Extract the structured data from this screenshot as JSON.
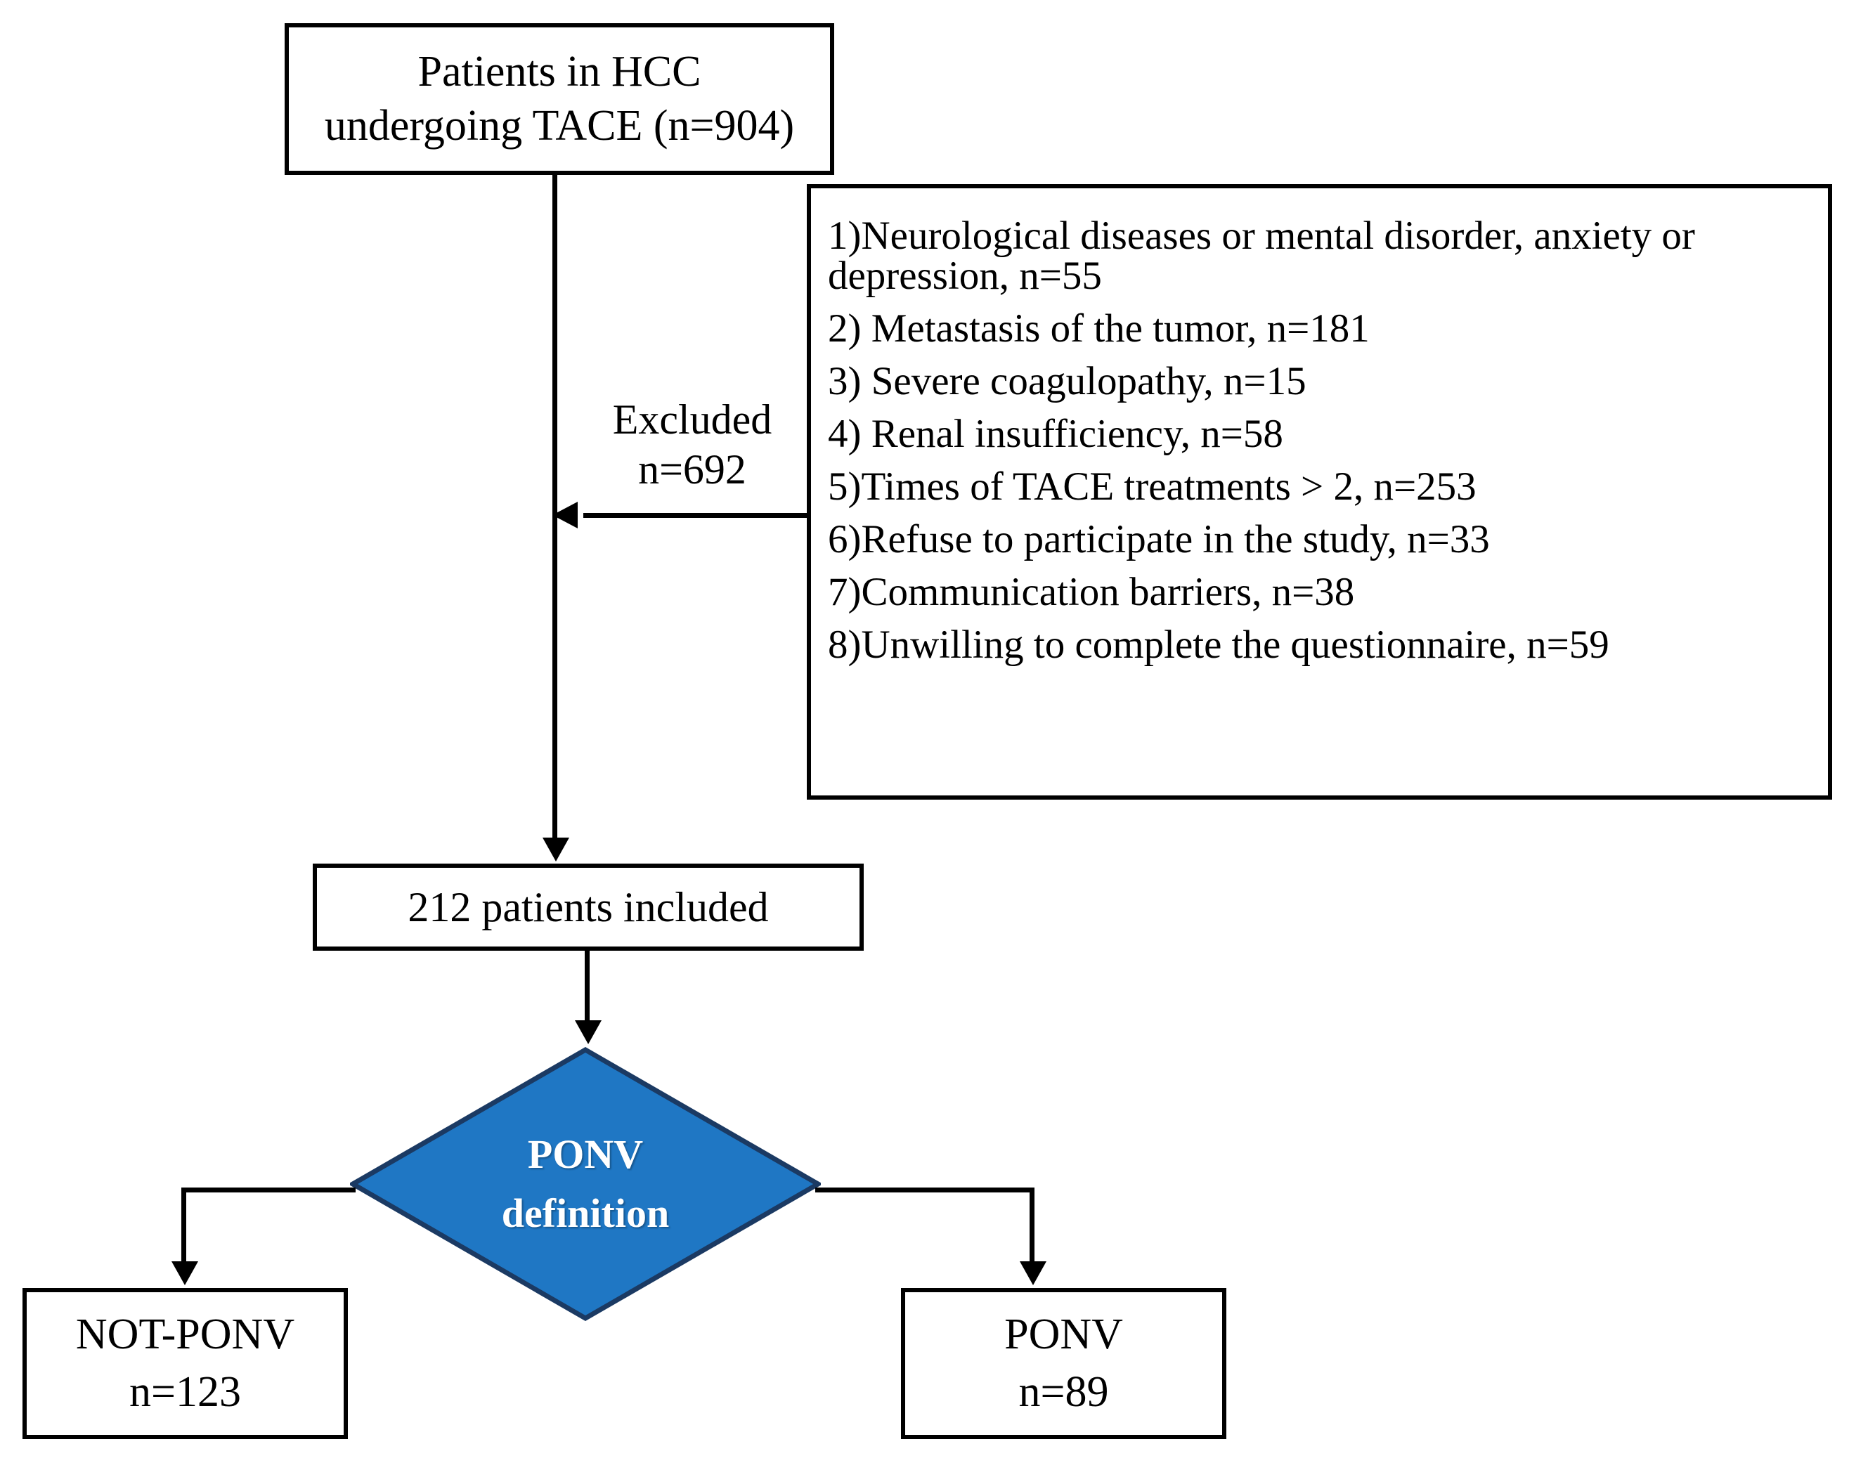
{
  "diagram": {
    "type": "study-flow-diagram",
    "title": "Patient enrollment flowchart",
    "accent_color": "#1F77C4",
    "diamond_border_color": "#1B3A63",
    "line_color": "#000000",
    "background_color": "#FFFFFF"
  },
  "source_box": {
    "line1": "Patients in HCC",
    "line2": "undergoing TACE (n=904)",
    "n": 904
  },
  "excluded_label": {
    "line1": "Excluded",
    "line2": "n=692",
    "n": 692
  },
  "exclusions_box": {
    "items": [
      "1)Neurological diseases or mental disorder, anxiety or depression, n=55",
      "2) Metastasis of the tumor, n=181",
      "3) Severe coagulopathy, n=15",
      "4) Renal insufficiency, n=58",
      "5)Times of TACE treatments > 2, n=253",
      "6)Refuse to participate in the study, n=33",
      "7)Communication barriers, n=38",
      "8)Unwilling to complete the questionnaire, n=59"
    ],
    "counts": [
      55,
      181,
      15,
      58,
      253,
      33,
      38,
      59
    ]
  },
  "included_box": {
    "text": "212 patients included",
    "n": 212
  },
  "decision_diamond": {
    "line1": "PONV",
    "line2": "definition"
  },
  "outcome_left": {
    "line1": "NOT-PONV",
    "line2": "n=123",
    "n": 123
  },
  "outcome_right": {
    "line1": "PONV",
    "line2": "n=89",
    "n": 89
  }
}
